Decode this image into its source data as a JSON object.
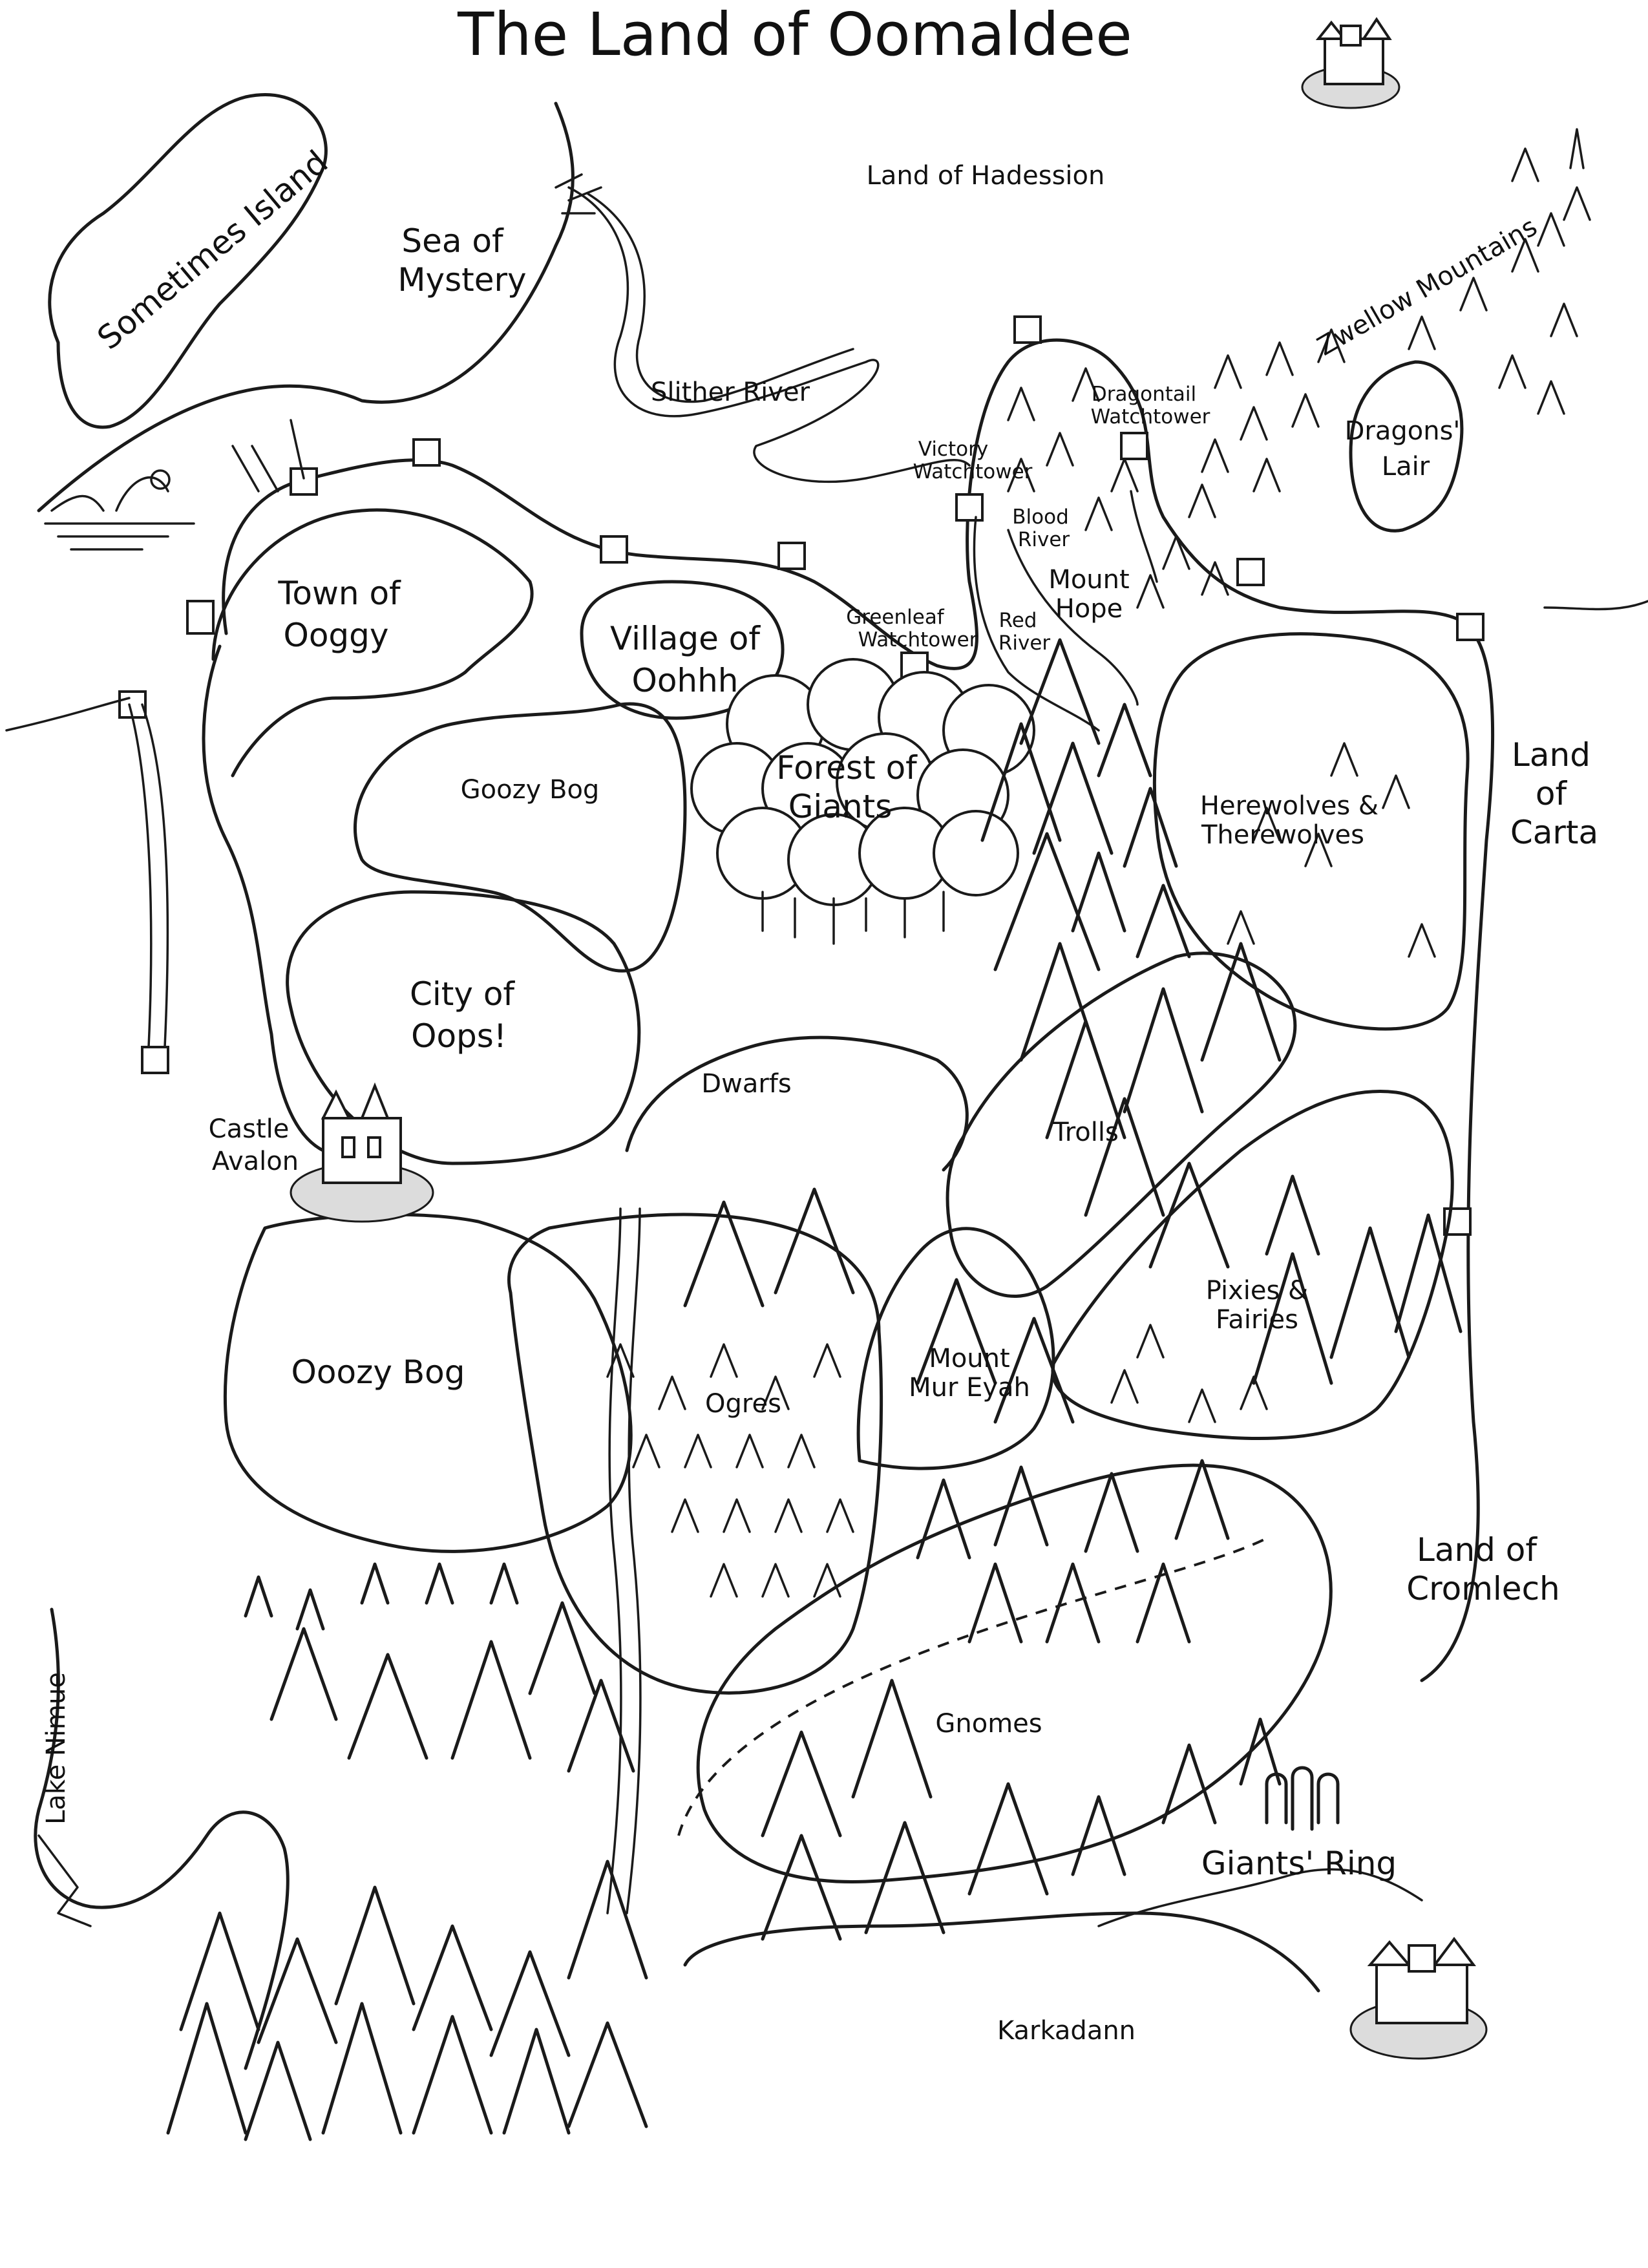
{
  "map": {
    "title": "The Land of Oomaldee",
    "places": {
      "hadession": "Land of Hadession",
      "sometimes_island": "Sometimes Island",
      "sea_line1": "Sea of",
      "sea_line2": "Mystery",
      "slither_river": "Slither River",
      "zwellow": "Zwellow Mountains",
      "dragons_line1": "Dragons'",
      "dragons_line2": "Lair",
      "victory_line1": "Victory",
      "victory_line2": "Watchtower",
      "dragontail_line1": "Dragontail",
      "dragontail_line2": "Watchtower",
      "blood_line1": "Blood",
      "blood_line2": "River",
      "mount_hope_line1": "Mount",
      "mount_hope_line2": "Hope",
      "greenleaf_line1": "Greenleaf",
      "greenleaf_line2": "Watchtower",
      "red_line1": "Red",
      "red_line2": "River",
      "ooggy_line1": "Town of",
      "ooggy_line2": "Ooggy",
      "oohhh_line1": "Village of",
      "oohhh_line2": "Oohhh",
      "forest_line1": "Forest of",
      "forest_line2": "Giants",
      "goozy": "Goozy Bog",
      "herewolves_line1": "Herewolves &",
      "herewolves_line2": "Therewolves",
      "carta_line1": "Land",
      "carta_line2": "of",
      "carta_line3": "Carta",
      "oops_line1": "City of",
      "oops_line2": "Oops!",
      "dwarfs": "Dwarfs",
      "trolls": "Trolls",
      "castle_line1": "Castle",
      "castle_line2": "Avalon",
      "pixies_line1": "Pixies &",
      "pixies_line2": "Fairies",
      "mur_line1": "Mount",
      "mur_line2": "Mur Eyah",
      "ogres": "Ogres",
      "ooozy": "Ooozy Bog",
      "cromlech_line1": "Land of",
      "cromlech_line2": "Cromlech",
      "lake_nimue": "Lake Nimue",
      "gnomes": "Gnomes",
      "giants_ring": "Giants' Ring",
      "karkadann": "Karkadann"
    }
  }
}
